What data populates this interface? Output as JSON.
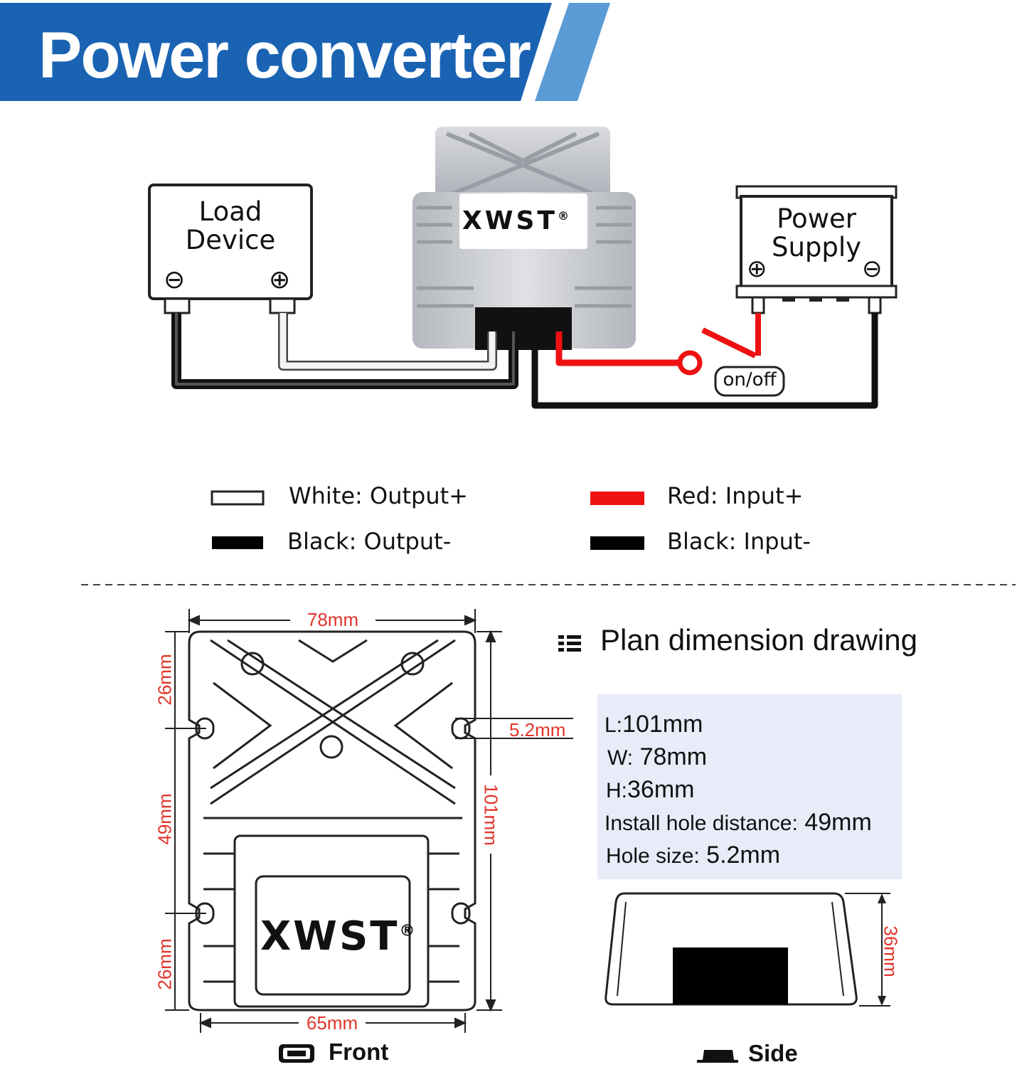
{
  "header": {
    "title": "Power converter"
  },
  "wiring": {
    "load_device": [
      "Load",
      "Device"
    ],
    "power_supply": [
      "Power",
      "Supply"
    ],
    "brand": "XWST",
    "registered": "®",
    "switch_label": "on/off",
    "minus": "⊖",
    "plus": "⊕"
  },
  "legend": [
    {
      "label": "White: Output+",
      "swatch": "#ffffff"
    },
    {
      "label": "Black: Output-",
      "swatch": "#000000"
    },
    {
      "label": "Red: Input+",
      "swatch": "#ee1111"
    },
    {
      "label": "Black: Input-",
      "swatch": "#000000"
    }
  ],
  "dimensions": {
    "heading": "Plan dimension drawing",
    "top_width": "78mm",
    "bottom_width": "65mm",
    "left_top": "26mm",
    "left_mid": "49mm",
    "left_bottom": "26mm",
    "right_height": "101mm",
    "hole": "5.2mm",
    "side_height": "36mm",
    "front_label": "Front",
    "side_label": "Side",
    "brand": "XWST",
    "registered": "®"
  },
  "specs": {
    "L": {
      "key": "L:",
      "value": "101mm"
    },
    "W": {
      "key": "W:",
      "value": "78mm"
    },
    "H": {
      "key": "H:",
      "value": "36mm"
    },
    "install": {
      "key": "Install hole distance:",
      "value": "49mm"
    },
    "hole": {
      "key": "Hole size:",
      "value": "5.2mm"
    }
  },
  "colors": {
    "banner_blue": "#1a63b3",
    "banner_light": "#5b9bd5",
    "dim_red": "#e0352b",
    "spec_bg": "#e7ecf8",
    "wire_red": "#ee1111"
  }
}
